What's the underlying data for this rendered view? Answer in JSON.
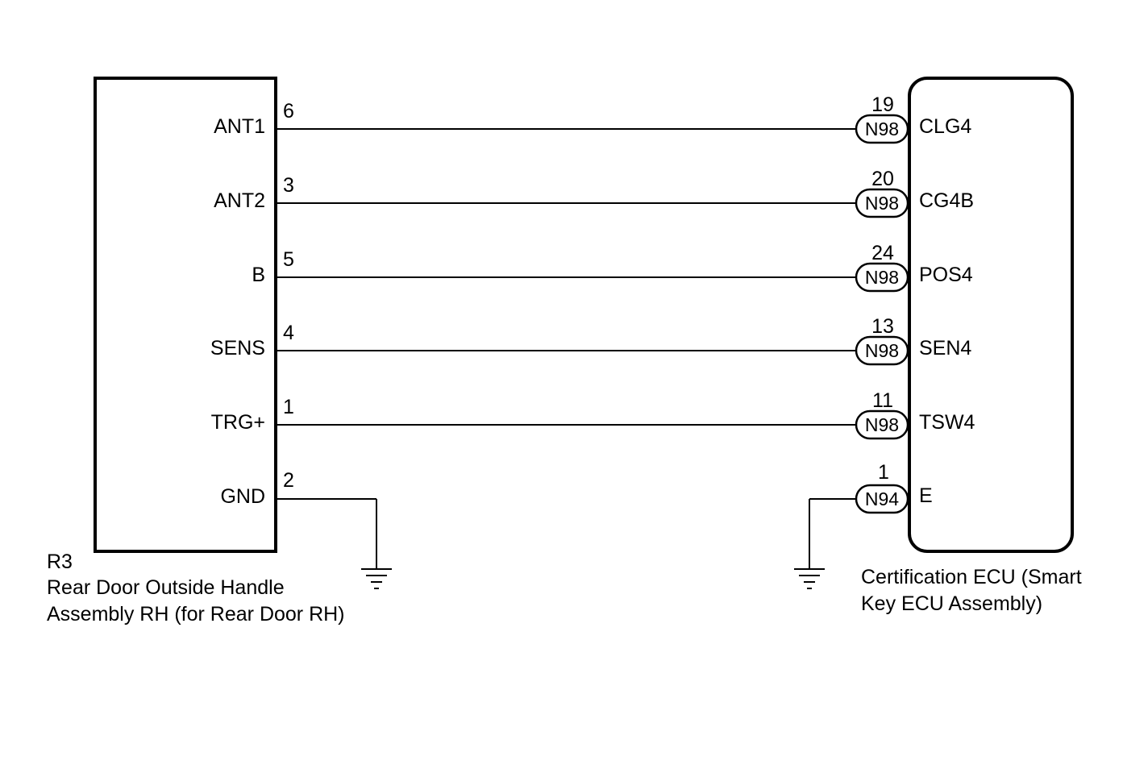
{
  "left_component": {
    "code": "R3",
    "name_lines": [
      "Rear Door Outside Handle",
      "Assembly RH (for Rear Door RH)"
    ]
  },
  "right_component": {
    "name_lines": [
      "Certification ECU (Smart",
      "Key ECU Assembly)"
    ]
  },
  "wires": [
    {
      "left_terminal": "ANT1",
      "left_pin": "6",
      "right_pin": "19",
      "connector": "N98",
      "right_terminal": "CLG4"
    },
    {
      "left_terminal": "ANT2",
      "left_pin": "3",
      "right_pin": "20",
      "connector": "N98",
      "right_terminal": "CG4B"
    },
    {
      "left_terminal": "B",
      "left_pin": "5",
      "right_pin": "24",
      "connector": "N98",
      "right_terminal": "POS4"
    },
    {
      "left_terminal": "SENS",
      "left_pin": "4",
      "right_pin": "13",
      "connector": "N98",
      "right_terminal": "SEN4"
    },
    {
      "left_terminal": "TRG+",
      "left_pin": "1",
      "right_pin": "11",
      "connector": "N98",
      "right_terminal": "TSW4"
    }
  ],
  "grounds": {
    "left": {
      "terminal": "GND",
      "pin": "2"
    },
    "right": {
      "terminal": "E",
      "pin": "1",
      "connector": "N94"
    }
  }
}
